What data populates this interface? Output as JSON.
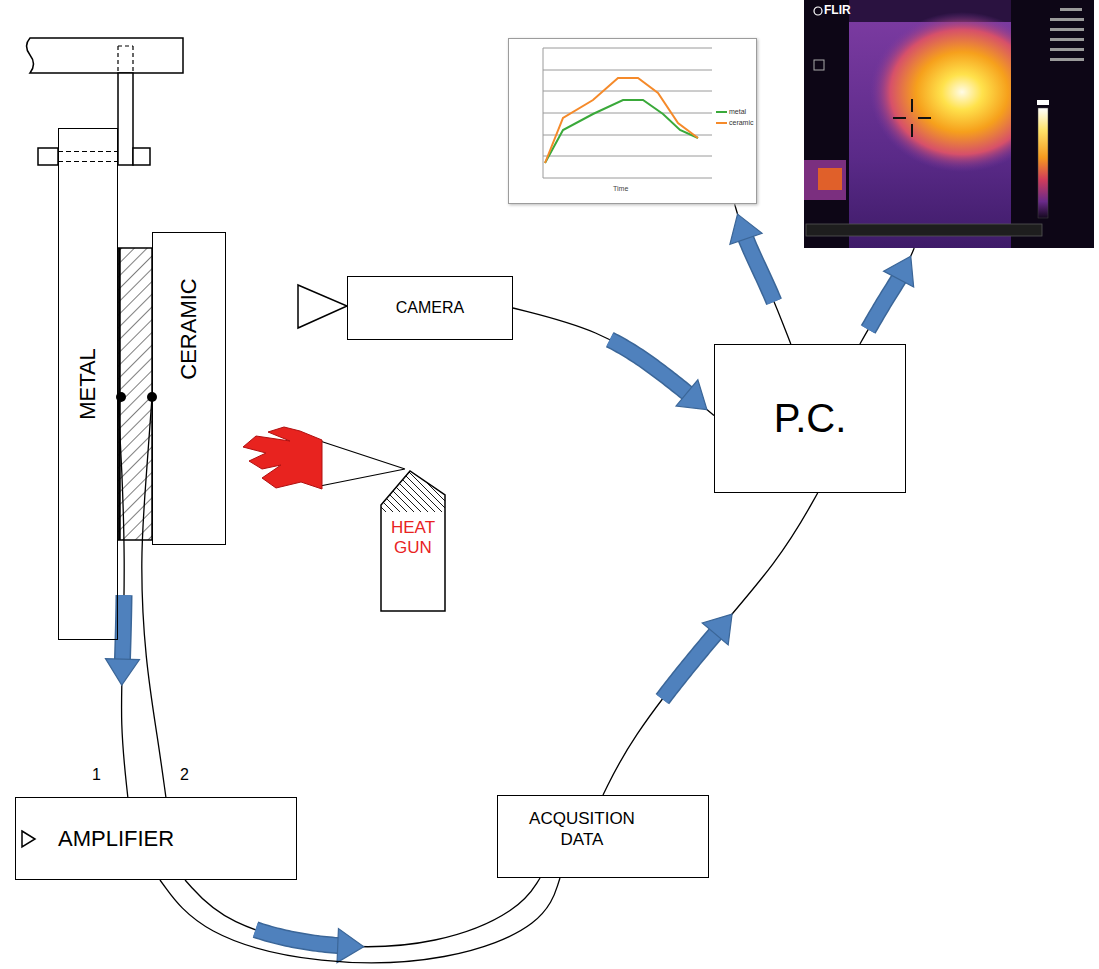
{
  "diagram": {
    "nodes": [
      {
        "text": [
          "Time"
        ]
      },
      {
        "text": [
          "FLIR"
        ]
      },
      {
        "text": [
          "METAL"
        ]
      },
      {
        "text": [
          "CERAMIC"
        ]
      },
      {
        "text": [
          "CAMERA"
        ]
      },
      {
        "text": [
          "P.C."
        ]
      },
      {
        "text": [
          "HEAT GUN"
        ]
      },
      {
        "text": [
          "AMPLIFIER"
        ]
      },
      {
        "text": [
          "ACQUSITION DATA"
        ]
      }
    ],
    "edges": [
      {
        "from": 2,
        "to": 7,
        "arrow": "to"
      },
      {
        "from": 3,
        "to": 7,
        "arrow": "none"
      },
      {
        "from": 7,
        "to": 8,
        "arrow": "to"
      },
      {
        "from": 7,
        "to": 8,
        "arrow": "none"
      },
      {
        "from": 8,
        "to": 5,
        "arrow": "to"
      },
      {
        "from": 4,
        "to": 5,
        "arrow": "to"
      },
      {
        "from": 5,
        "to": 0,
        "arrow": "to"
      },
      {
        "from": 5,
        "to": 1,
        "arrow": "to"
      }
    ],
    "labels": [
      "1",
      "2"
    ],
    "legend": [
      {
        "text": "metal"
      },
      {
        "text": "ceramic"
      }
    ]
  }
}
